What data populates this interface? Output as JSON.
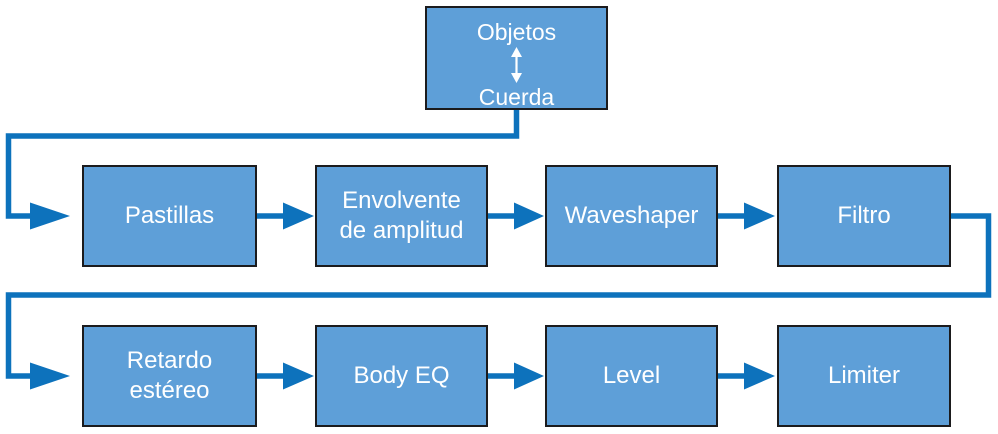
{
  "diagram_name": "signal-flow",
  "colors": {
    "box_fill": "#5E9FD8",
    "box_border": "#1B1B1D",
    "connector": "#0D72BC",
    "text": "#FFFFFF",
    "background": "#FFFFFF"
  },
  "nodes": {
    "source": {
      "top_label": "Objetos",
      "bottom_label": "Cuerda",
      "relation_icon": "bidirectional-arrow"
    },
    "row1": [
      "Pastillas",
      "Envolvente de amplitud",
      "Waveshaper",
      "Filtro"
    ],
    "row2": [
      "Retardo estéreo",
      "Body EQ",
      "Level",
      "Limiter"
    ]
  }
}
